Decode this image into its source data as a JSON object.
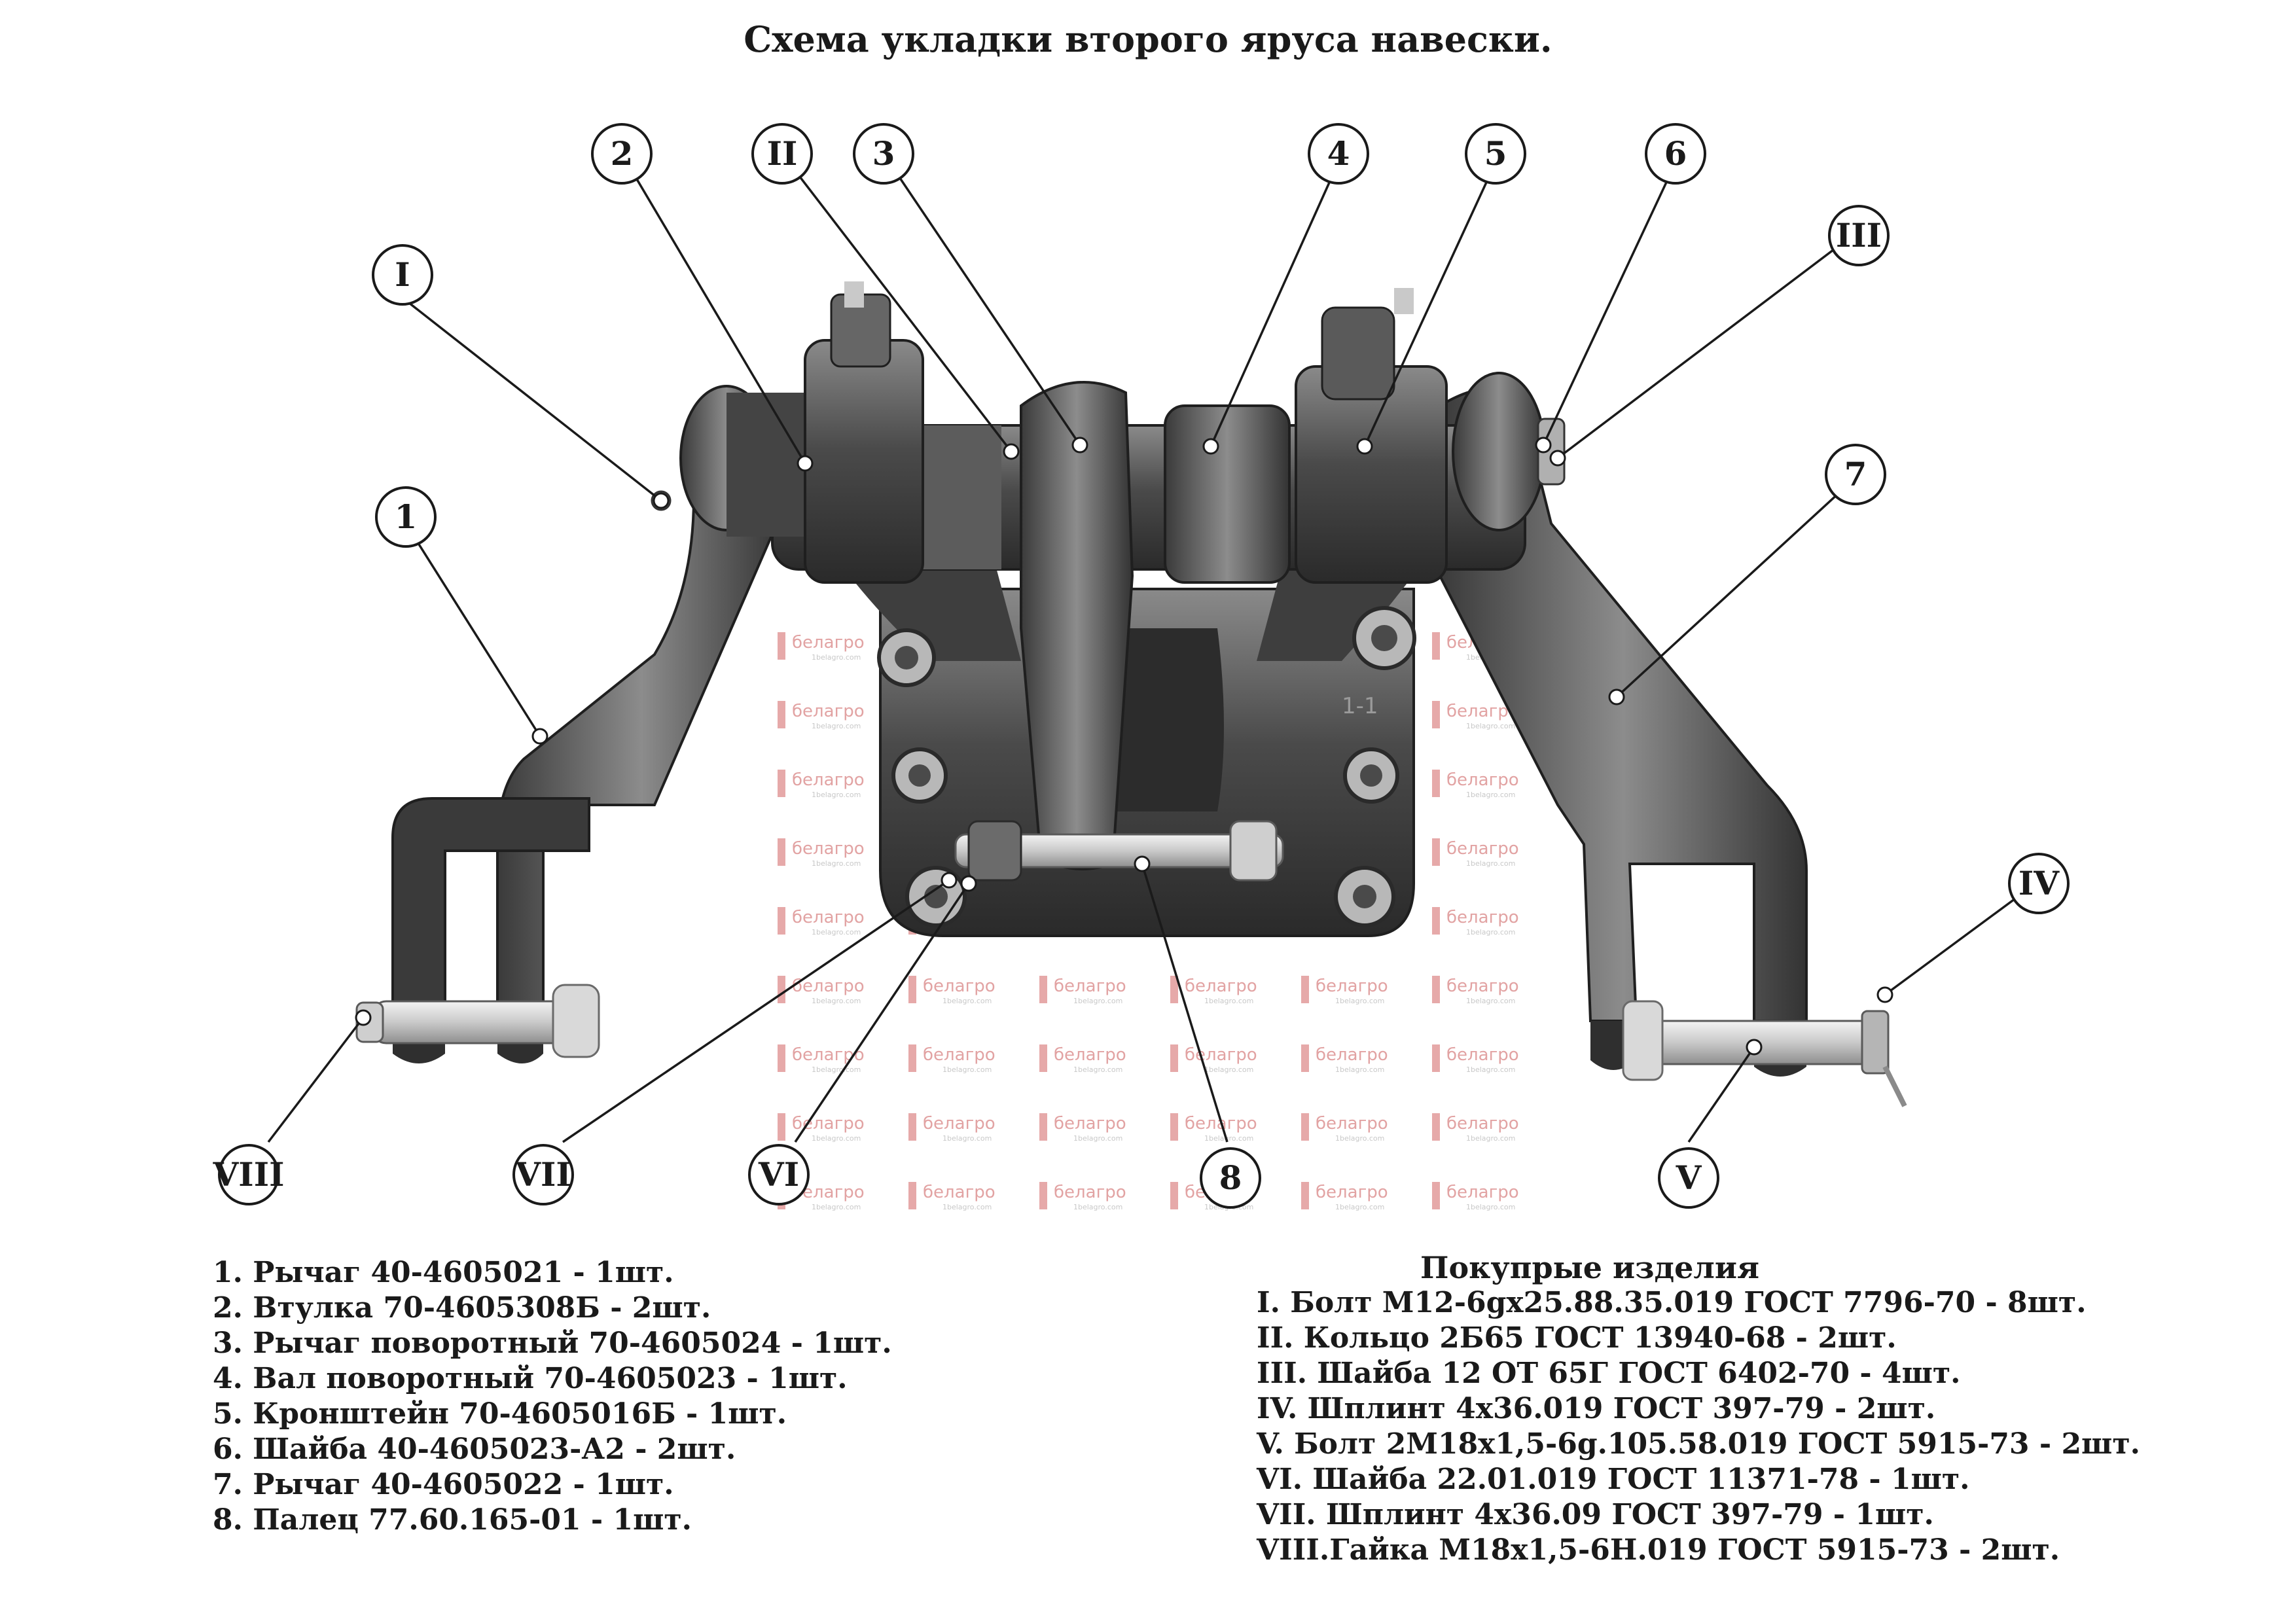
{
  "title": "Схема укладки второго яруса навески.",
  "watermark": {
    "brand": "белагро",
    "site": "1belagro.com"
  },
  "callouts": [
    "2",
    "II",
    "3",
    "4",
    "5",
    "6",
    "III",
    "I",
    "1",
    "7",
    "IV",
    "VIII",
    "VII",
    "VI",
    "8",
    "V"
  ],
  "parts_list": [
    "1. Рычаг 40-4605021 - 1шт.",
    "2. Втулка 70-4605308Б - 2шт.",
    "3. Рычаг поворотный 70-4605024 - 1шт.",
    "4. Вал поворотный 70-4605023 - 1шт.",
    "5. Кронштейн 70-4605016Б - 1шт.",
    "6. Шайба 40-4605023-А2 - 2шт.",
    "7. Рычаг 40-4605022 - 1шт.",
    "8. Палец 77.60.165-01 - 1шт."
  ],
  "purchased": {
    "heading": "Покупрые изделия",
    "items": [
      "I. Болт М12-6gx25.88.35.019 ГОСТ 7796-70 - 8шт.",
      "II. Кольцо 2Б65 ГОСТ 13940-68 - 2шт.",
      "III. Шайба 12 ОТ 65Г ГОСТ 6402-70 - 4шт.",
      "IV. Шплинт 4х36.019 ГОСТ 397-79 - 2шт.",
      "V. Болт 2М18х1,5-6g.105.58.019 ГОСТ 5915-73 - 2шт.",
      "VI. Шайба 22.01.019 ГОСТ 11371-78 - 1шт.",
      "VII. Шплинт 4х36.09 ГОСТ 397-79 - 1шт.",
      "VIII.Гайка М18х1,5-6Н.019 ГОСТ 5915-73 - 2шт."
    ]
  },
  "colors": {
    "metal_dark": "#3a3a3a",
    "metal_mid": "#6b6b6b",
    "metal_light": "#a8a8a8",
    "watermark": "#e2a3a3"
  }
}
